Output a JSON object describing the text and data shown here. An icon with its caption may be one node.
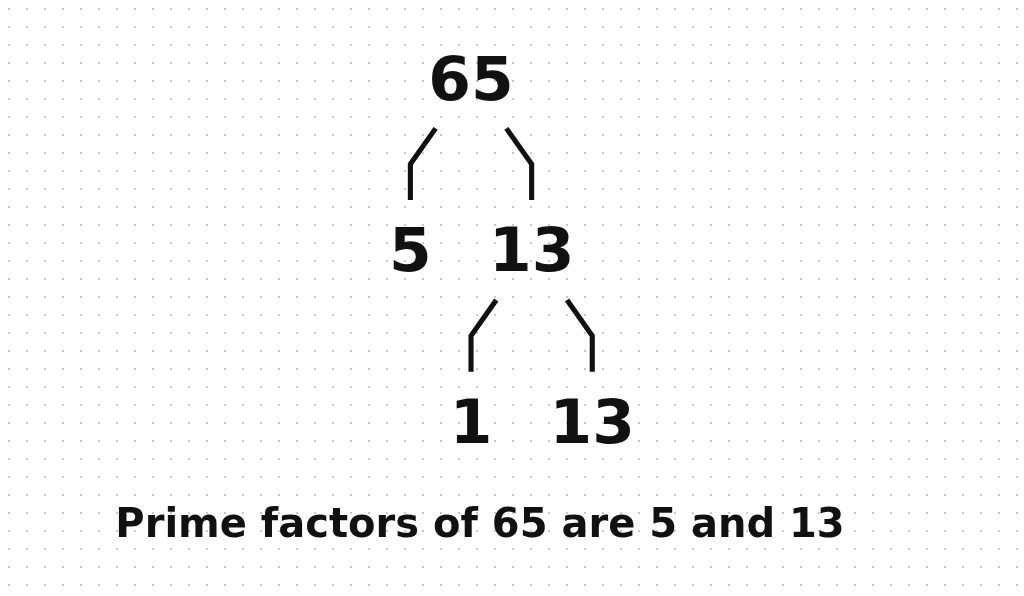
{
  "diagram": {
    "caption": "Prime factors of 65 are 5 and 13",
    "nodes": [
      {
        "text": [
          "65"
        ]
      },
      {
        "text": [
          "5"
        ]
      },
      {
        "text": [
          "13"
        ]
      },
      {
        "text": [
          "1"
        ]
      },
      {
        "text": [
          "13"
        ]
      }
    ],
    "edges": [
      {
        "from": 0,
        "to": 1,
        "arrow": "none"
      },
      {
        "from": 0,
        "to": 2,
        "arrow": "none"
      },
      {
        "from": 2,
        "to": 3,
        "arrow": "none"
      },
      {
        "from": 2,
        "to": 4,
        "arrow": "none"
      }
    ]
  }
}
